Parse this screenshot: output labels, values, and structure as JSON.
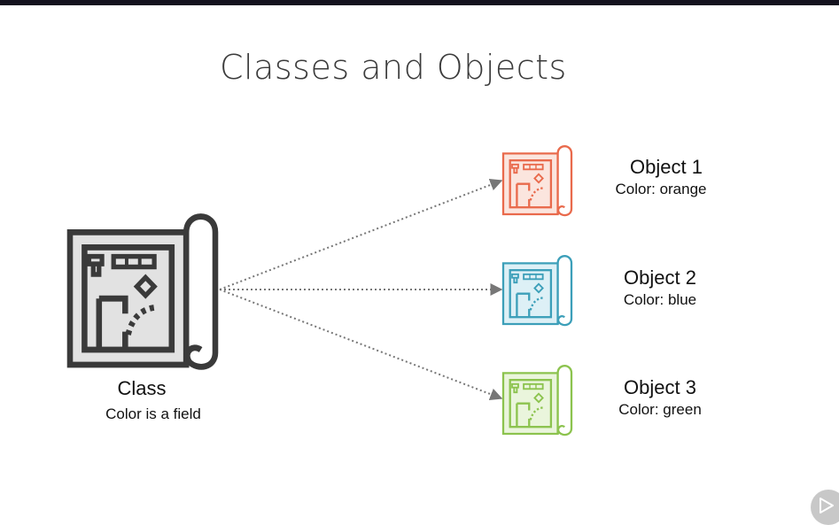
{
  "colors": {
    "top_bar": "#14121e",
    "title": "#3b3b3b",
    "class_stroke": "#3a3a3a",
    "class_fill": "#e2e2e2",
    "arrow": "#777777"
  },
  "title": "Classes and Objects",
  "class_node": {
    "name": "Class",
    "subtitle": "Color is a field",
    "icon": "blueprint-icon"
  },
  "objects": [
    {
      "name": "Object 1",
      "subtitle": "Color: orange",
      "stroke": "#e96a4c",
      "fill": "#fbe5de",
      "icon": "blueprint-icon"
    },
    {
      "name": "Object 2",
      "subtitle": "Color: blue",
      "stroke": "#3c9fb9",
      "fill": "#ddf0f6",
      "icon": "blueprint-icon"
    },
    {
      "name": "Object 3",
      "subtitle": "Color: green",
      "stroke": "#8cc34e",
      "fill": "#eaf5dc",
      "icon": "blueprint-icon"
    }
  ],
  "player": {
    "icon": "play-icon"
  }
}
